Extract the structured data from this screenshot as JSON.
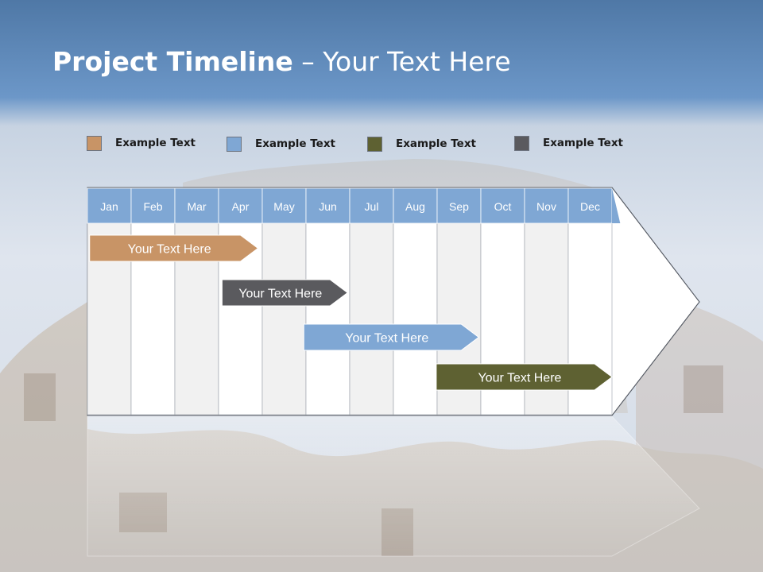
{
  "slide": {
    "title_strong": "Project Timeline",
    "title_rest": " – Your Text Here"
  },
  "legend": [
    {
      "label": "Example Text",
      "color": "#c89466"
    },
    {
      "label": "Example Text",
      "color": "#7fa7d4"
    },
    {
      "label": "Example Text",
      "color": "#5e6132"
    },
    {
      "label": "Example Text",
      "color": "#5a5a5e"
    }
  ],
  "timeline": {
    "months": [
      "Jan",
      "Feb",
      "Mar",
      "Apr",
      "May",
      "Jun",
      "Jul",
      "Aug",
      "Sep",
      "Oct",
      "Nov",
      "Dec"
    ],
    "header_color": "#7fa7d4",
    "tasks": [
      {
        "label": "Your  Text Here",
        "start_month": 0.05,
        "end_month": 3.9,
        "color": "#c89466"
      },
      {
        "label": "Your  Text Here",
        "start_month": 3.08,
        "end_month": 5.95,
        "color": "#5a5a5e"
      },
      {
        "label": "Your  Text Here",
        "start_month": 4.95,
        "end_month": 8.95,
        "color": "#7fa7d4"
      },
      {
        "label": "Your  Text Here",
        "start_month": 7.98,
        "end_month": 12.0,
        "color": "#5e6132"
      }
    ]
  }
}
